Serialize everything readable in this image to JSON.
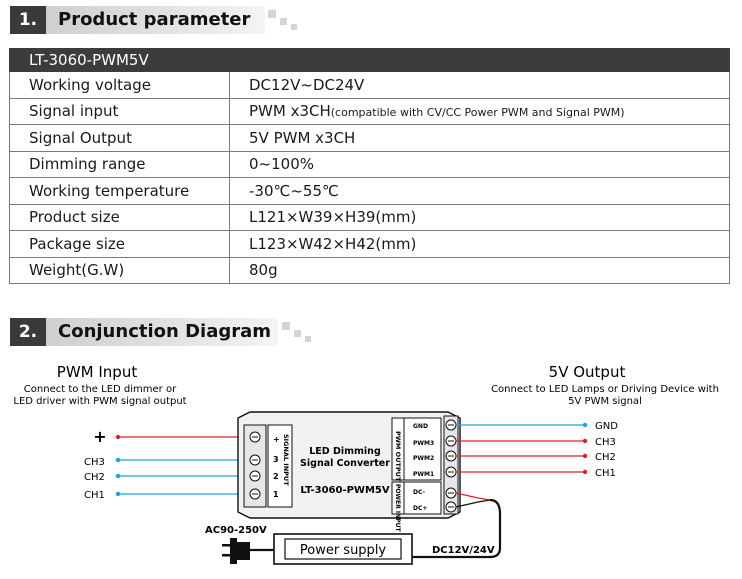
{
  "section1": {
    "number": "1.",
    "title": "Product parameter"
  },
  "section2": {
    "number": "2.",
    "title": "Conjunction Diagram"
  },
  "table": {
    "model": "LT-3060-PWM5V",
    "rows": [
      {
        "label": "Working voltage",
        "value": "DC12V~DC24V",
        "note": ""
      },
      {
        "label": "Signal input",
        "value": "PWM x3CH",
        "note": "(compatible with CV/CC Power PWM and Signal PWM)"
      },
      {
        "label": "Signal Output",
        "value": "5V PWM x3CH",
        "note": ""
      },
      {
        "label": "Dimming range",
        "value": "0~100%",
        "note": ""
      },
      {
        "label": "Working temperature",
        "value": "-30℃~55℃",
        "note": ""
      },
      {
        "label": "Product size",
        "value": "L121×W39×H39(mm)",
        "note": ""
      },
      {
        "label": "Package size",
        "value": "L123×W42×H42(mm)",
        "note": ""
      },
      {
        "label": "Weight(G.W)",
        "value": "80g",
        "note": ""
      }
    ]
  },
  "diagram": {
    "input": {
      "title": "PWM  Input",
      "desc1": "Connect to the LED dimmer or",
      "desc2": "LED driver with PWM signal output",
      "plus": "+",
      "ch3": "CH3",
      "ch2": "CH2",
      "ch1": "CH1"
    },
    "output": {
      "title": "5V  Output",
      "desc1": "Connect to LED Lamps or Driving Device with",
      "desc2": "5V PWM signal",
      "gnd": "GND",
      "ch3": "CH3",
      "ch2": "CH2",
      "ch1": "CH1"
    },
    "device": {
      "line1": "LED Dimming",
      "line2": "Signal Converter",
      "model": "LT-3060-PWM5V",
      "signal_input": "SIGNAL INPUT",
      "pwm_output": "PWM OUTPUT",
      "power_input": "POWER INPUT",
      "in_terminals": [
        "+",
        "3",
        "2",
        "1"
      ],
      "out_terminals": [
        "GND",
        "PWM3",
        "PWM2",
        "PWM1"
      ],
      "dc_terminals": [
        "DC-",
        "DC+"
      ]
    },
    "power": {
      "ac": "AC90-250V",
      "supply": "Power supply",
      "dc": "DC12V/24V"
    },
    "colors": {
      "red": "#d9252b",
      "blue": "#1aa3d6",
      "black": "#111111"
    }
  }
}
